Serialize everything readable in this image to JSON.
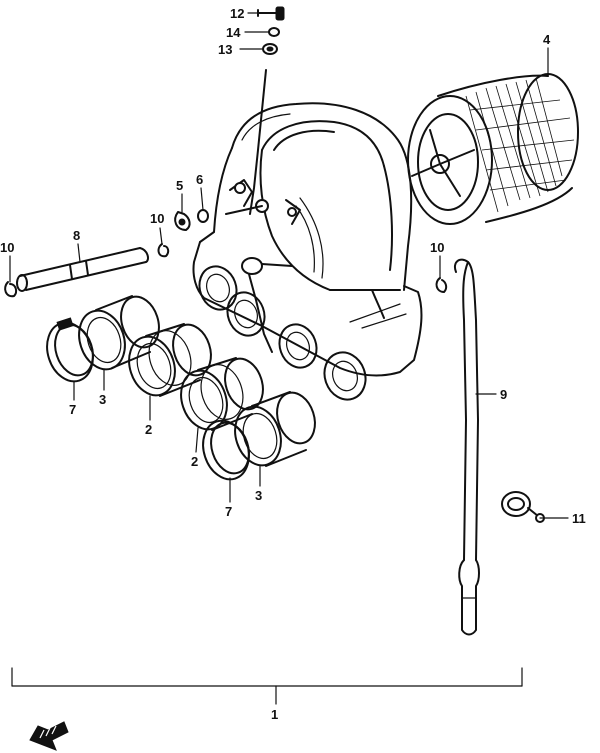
{
  "callouts": {
    "c1": "1",
    "c2a": "2",
    "c2b": "2",
    "c3a": "3",
    "c3b": "3",
    "c4": "4",
    "c5": "5",
    "c6": "6",
    "c7a": "7",
    "c7b": "7",
    "c8": "8",
    "c9": "9",
    "c10a": "10",
    "c10b": "10",
    "c10c": "10",
    "c11": "11",
    "c12": "12",
    "c13": "13",
    "c14": "14"
  },
  "colors": {
    "ink": "#111111",
    "paper": "#ffffff"
  },
  "icons": {
    "front_direction": "front-arrow-icon"
  }
}
